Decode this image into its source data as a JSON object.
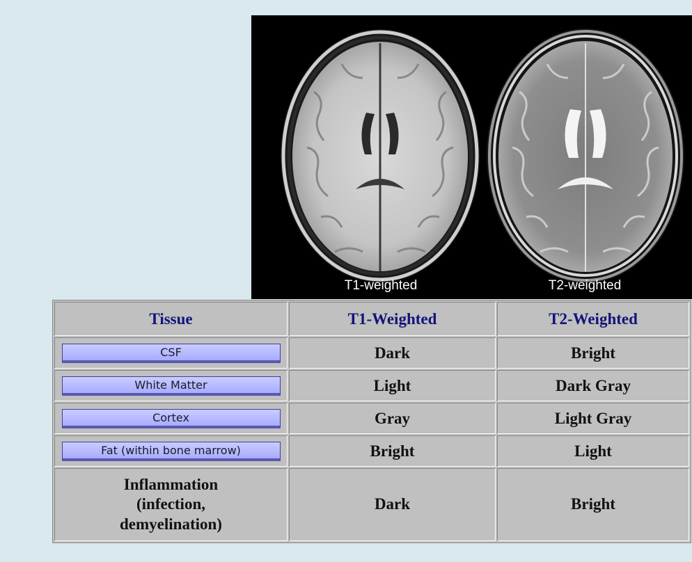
{
  "figure": {
    "captions": {
      "t1": "T1-weighted",
      "t2": "T2-weighted"
    }
  },
  "table": {
    "headers": [
      "Tissue",
      "T1-Weighted",
      "T2-Weighted"
    ],
    "rows": [
      {
        "tissue": "CSF",
        "t1": "Dark",
        "t2": "Bright",
        "button": true
      },
      {
        "tissue": "White Matter",
        "t1": "Light",
        "t2": "Dark Gray",
        "button": true
      },
      {
        "tissue": "Cortex",
        "t1": "Gray",
        "t2": "Light Gray",
        "button": true
      },
      {
        "tissue": "Fat (within bone marrow)",
        "t1": "Bright",
        "t2": "Light",
        "button": true
      },
      {
        "tissue_lines": [
          "Inflammation",
          "(infection,",
          "demyelination)"
        ],
        "t1": "Dark",
        "t2": "Bright",
        "button": false
      }
    ]
  },
  "colors": {
    "page_background": "#d9e9ee",
    "table_background": "#c0c0c0",
    "header_text": "#13137a",
    "button_fill": "#b4b8ff",
    "button_border": "#3d3d9a"
  }
}
